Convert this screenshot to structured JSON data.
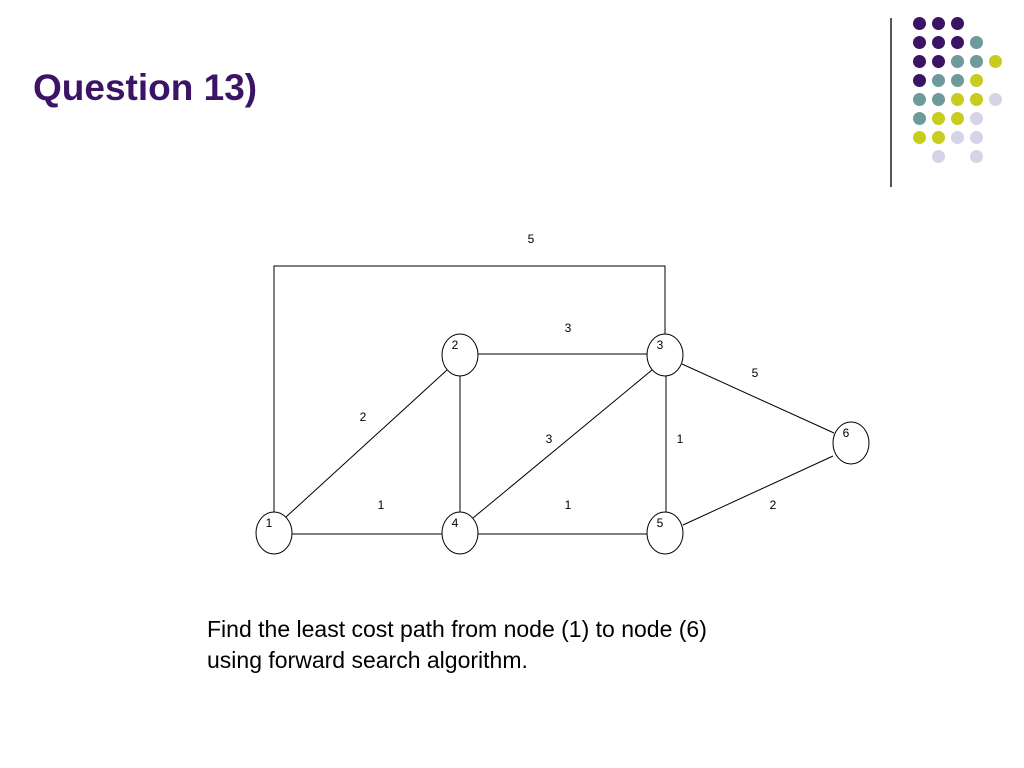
{
  "slide": {
    "title": "Question 13)",
    "caption_line1": "Find the least cost path from node (1) to node (6)",
    "caption_line2": "using forward search algorithm."
  },
  "colors": {
    "title": "#3b1466",
    "dark_purple": "#3b1466",
    "teal": "#6e9a9b",
    "yellow": "#c8cc1e",
    "lavender": "#d5d4e6"
  },
  "decor_dots": [
    [
      "dark_purple",
      "dark_purple",
      "dark_purple",
      null,
      null
    ],
    [
      "dark_purple",
      "dark_purple",
      "dark_purple",
      "teal",
      null
    ],
    [
      "dark_purple",
      "dark_purple",
      "teal",
      "teal",
      "yellow"
    ],
    [
      "dark_purple",
      "teal",
      "teal",
      "yellow",
      null
    ],
    [
      "teal",
      "teal",
      "yellow",
      "yellow",
      "lavender"
    ],
    [
      "teal",
      "yellow",
      "yellow",
      "lavender",
      null
    ],
    [
      "yellow",
      "yellow",
      "lavender",
      "lavender",
      null
    ],
    [
      null,
      "lavender",
      null,
      "lavender",
      null
    ]
  ],
  "graph": {
    "nodes": [
      {
        "id": "1",
        "label": "1"
      },
      {
        "id": "2",
        "label": "2"
      },
      {
        "id": "3",
        "label": "3"
      },
      {
        "id": "4",
        "label": "4"
      },
      {
        "id": "5",
        "label": "5"
      },
      {
        "id": "6",
        "label": "6"
      }
    ],
    "edges": [
      {
        "from": "1",
        "to": "3",
        "weight": "5"
      },
      {
        "from": "2",
        "to": "3",
        "weight": "3"
      },
      {
        "from": "3",
        "to": "6",
        "weight": "5"
      },
      {
        "from": "1",
        "to": "2",
        "weight": "2"
      },
      {
        "from": "4",
        "to": "3",
        "weight": "3"
      },
      {
        "from": "3",
        "to": "5",
        "weight": "1"
      },
      {
        "from": "1",
        "to": "4",
        "weight": "1"
      },
      {
        "from": "4",
        "to": "5",
        "weight": "1"
      },
      {
        "from": "5",
        "to": "6",
        "weight": "2"
      },
      {
        "from": "2",
        "to": "4",
        "weight": ""
      }
    ]
  }
}
